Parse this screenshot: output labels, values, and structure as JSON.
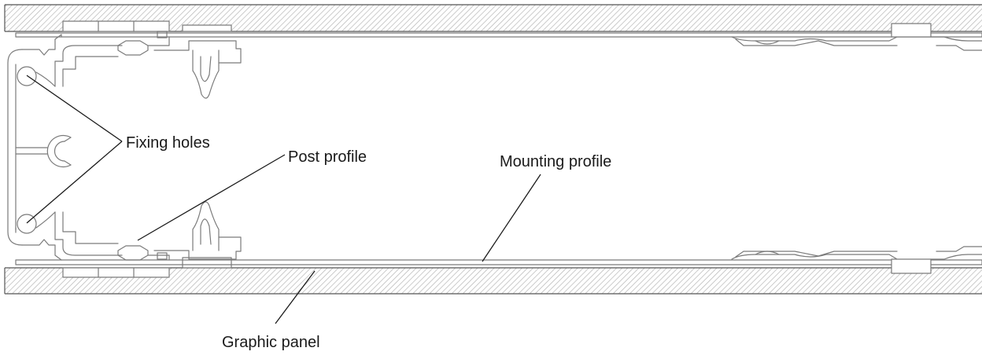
{
  "labels": {
    "fixing_holes": "Fixing holes",
    "post_profile": "Post profile",
    "mounting_profile": "Mounting profile",
    "graphic_panel": "Graphic panel"
  },
  "colors": {
    "hatch": "#b5b5b5",
    "outline": "#7a7a7a",
    "text": "#1a1a1a"
  }
}
